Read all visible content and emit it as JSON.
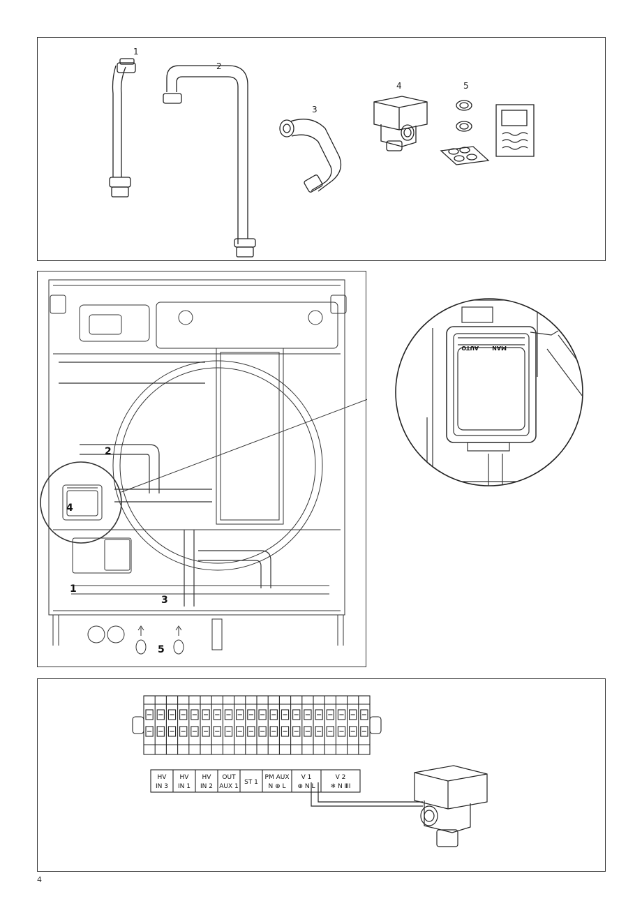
{
  "parts_panel": {
    "labels": [
      "1",
      "2",
      "3",
      "4",
      "5"
    ]
  },
  "install_panel": {
    "labels": [
      "2",
      "4",
      "1",
      "3",
      "5"
    ],
    "zoom": {
      "man": "MAN",
      "auto": "AUTO"
    }
  },
  "wiring_panel": {
    "terminal_groups": [
      {
        "top": "HV",
        "bottom": "IN 3"
      },
      {
        "top": "HV",
        "bottom": "IN 1"
      },
      {
        "top": "HV",
        "bottom": "IN 2"
      },
      {
        "top": "OUT",
        "bottom": "AUX 1"
      },
      {
        "top": "ST 1",
        "bottom": ""
      },
      {
        "top": "PM AUX",
        "bottom": "N ⊕ L"
      },
      {
        "top": "V 1",
        "bottom": "⊕ N L"
      },
      {
        "top": "V 2",
        "bottom": "❄ N ⅢI"
      }
    ]
  },
  "page_number": "4"
}
